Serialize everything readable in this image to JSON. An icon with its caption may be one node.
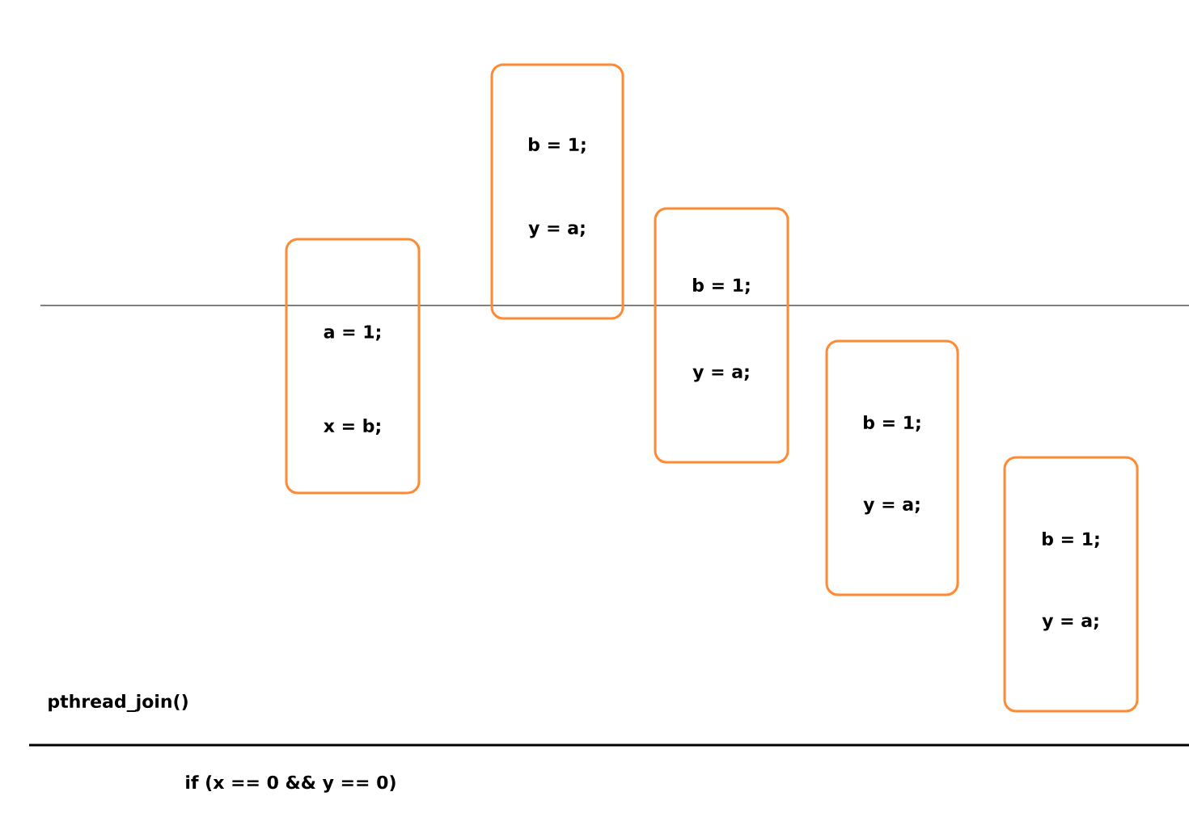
{
  "diagram": {
    "nodes": [
      {
        "text": [
          "a = 1;",
          "x = b;"
        ]
      },
      {
        "text": [
          "b = 1;",
          "y = a;"
        ]
      },
      {
        "text": [
          "b = 1;",
          "y = a;"
        ]
      },
      {
        "text": [
          "b = 1;",
          "y = a;"
        ]
      },
      {
        "text": [
          "b = 1;",
          "y = a;"
        ]
      }
    ],
    "labels": [
      "pthread_join()",
      "if (x == 0 && y == 0)"
    ]
  }
}
